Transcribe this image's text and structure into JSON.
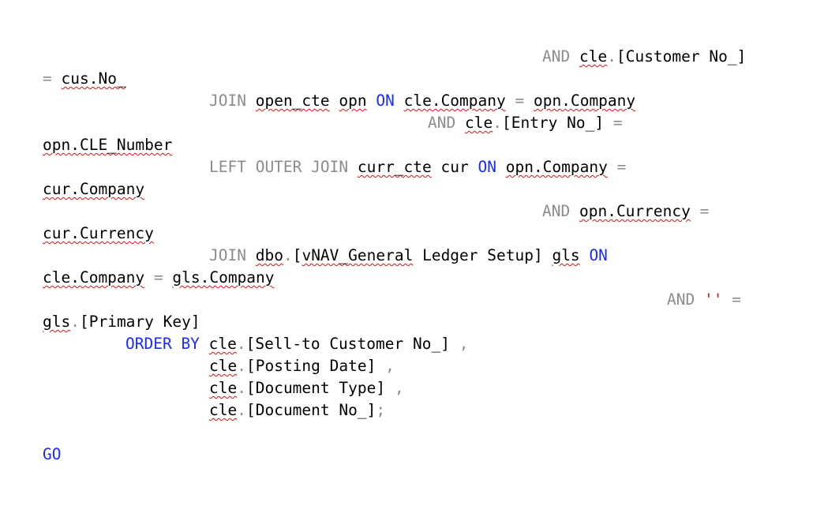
{
  "editor": {
    "lines": [
      {
        "id": "l1",
        "tokens": [
          {
            "t": "AND",
            "c": "kw"
          },
          {
            "t": " ",
            "c": "id"
          },
          {
            "t": "cle",
            "c": "id sq"
          },
          {
            "t": ".",
            "c": "op"
          },
          {
            "t": "[Customer No_]",
            "c": "id"
          }
        ]
      },
      {
        "id": "l2",
        "tokens": [
          {
            "t": "=",
            "c": "op"
          },
          {
            "t": " ",
            "c": "id"
          },
          {
            "t": "cus.No_",
            "c": "id sq"
          }
        ]
      },
      {
        "id": "l3",
        "tokens": [
          {
            "t": "JOIN",
            "c": "kw"
          },
          {
            "t": " ",
            "c": "id"
          },
          {
            "t": "open_cte",
            "c": "id sq"
          },
          {
            "t": " ",
            "c": "id"
          },
          {
            "t": "opn",
            "c": "id sq"
          },
          {
            "t": " ",
            "c": "id"
          },
          {
            "t": "ON",
            "c": "kb"
          },
          {
            "t": " ",
            "c": "id"
          },
          {
            "t": "cle.Company",
            "c": "id sq"
          },
          {
            "t": " ",
            "c": "id"
          },
          {
            "t": "=",
            "c": "op"
          },
          {
            "t": " ",
            "c": "id"
          },
          {
            "t": "opn.Company",
            "c": "id sq"
          }
        ]
      },
      {
        "id": "l4",
        "tokens": [
          {
            "t": "AND",
            "c": "kw"
          },
          {
            "t": " ",
            "c": "id"
          },
          {
            "t": "cle",
            "c": "id sq"
          },
          {
            "t": ".",
            "c": "op"
          },
          {
            "t": "[Entry No_]",
            "c": "id"
          },
          {
            "t": " ",
            "c": "id"
          },
          {
            "t": "=",
            "c": "op"
          }
        ]
      },
      {
        "id": "l5",
        "tokens": [
          {
            "t": "opn.CLE_Number",
            "c": "id sq"
          }
        ]
      },
      {
        "id": "l6",
        "tokens": [
          {
            "t": "LEFT OUTER JOIN",
            "c": "kw"
          },
          {
            "t": " ",
            "c": "id"
          },
          {
            "t": "curr_cte",
            "c": "id sq"
          },
          {
            "t": " cur ",
            "c": "id"
          },
          {
            "t": "ON",
            "c": "kb"
          },
          {
            "t": " ",
            "c": "id"
          },
          {
            "t": "opn.Company",
            "c": "id sq"
          },
          {
            "t": " ",
            "c": "id"
          },
          {
            "t": "=",
            "c": "op"
          }
        ]
      },
      {
        "id": "l7",
        "tokens": [
          {
            "t": "cur.Company",
            "c": "id sq"
          }
        ]
      },
      {
        "id": "l8",
        "tokens": [
          {
            "t": "AND",
            "c": "kw"
          },
          {
            "t": " ",
            "c": "id"
          },
          {
            "t": "opn.Currency",
            "c": "id sq"
          },
          {
            "t": " ",
            "c": "id"
          },
          {
            "t": "=",
            "c": "op"
          }
        ]
      },
      {
        "id": "l9",
        "tokens": [
          {
            "t": "cur.Currency",
            "c": "id sq"
          }
        ]
      },
      {
        "id": "l10",
        "tokens": [
          {
            "t": "JOIN",
            "c": "kw"
          },
          {
            "t": " ",
            "c": "id"
          },
          {
            "t": "dbo",
            "c": "id sq"
          },
          {
            "t": ".",
            "c": "op"
          },
          {
            "t": "[",
            "c": "id"
          },
          {
            "t": "vNAV_General",
            "c": "id sq"
          },
          {
            "t": " Ledger Setup] ",
            "c": "id"
          },
          {
            "t": "gls",
            "c": "id sq"
          },
          {
            "t": " ",
            "c": "id"
          },
          {
            "t": "ON",
            "c": "kb"
          }
        ]
      },
      {
        "id": "l11",
        "tokens": [
          {
            "t": "cle.Company",
            "c": "id sq"
          },
          {
            "t": " ",
            "c": "id"
          },
          {
            "t": "=",
            "c": "op"
          },
          {
            "t": " ",
            "c": "id"
          },
          {
            "t": "gls.Company",
            "c": "id sq"
          }
        ]
      },
      {
        "id": "l12",
        "tokens": [
          {
            "t": "AND",
            "c": "kw"
          },
          {
            "t": " ",
            "c": "id"
          },
          {
            "t": "''",
            "c": "str"
          },
          {
            "t": " ",
            "c": "id"
          },
          {
            "t": "=",
            "c": "op"
          }
        ]
      },
      {
        "id": "l13",
        "tokens": [
          {
            "t": "gls",
            "c": "id sq"
          },
          {
            "t": ".",
            "c": "op"
          },
          {
            "t": "[Primary Key]",
            "c": "id"
          }
        ]
      },
      {
        "id": "l14",
        "tokens": [
          {
            "t": "ORDER BY",
            "c": "kb"
          },
          {
            "t": " ",
            "c": "id"
          },
          {
            "t": "cle",
            "c": "id sq"
          },
          {
            "t": ".",
            "c": "op"
          },
          {
            "t": "[Sell-to Customer No_]",
            "c": "id"
          },
          {
            "t": " ",
            "c": "id"
          },
          {
            "t": ",",
            "c": "op"
          }
        ]
      },
      {
        "id": "l15",
        "tokens": [
          {
            "t": "cle",
            "c": "id sq"
          },
          {
            "t": ".",
            "c": "op"
          },
          {
            "t": "[Posting Date]",
            "c": "id"
          },
          {
            "t": " ",
            "c": "id"
          },
          {
            "t": ",",
            "c": "op"
          }
        ]
      },
      {
        "id": "l16",
        "tokens": [
          {
            "t": "cle",
            "c": "id sq"
          },
          {
            "t": ".",
            "c": "op"
          },
          {
            "t": "[Document Type]",
            "c": "id"
          },
          {
            "t": " ",
            "c": "id"
          },
          {
            "t": ",",
            "c": "op"
          }
        ]
      },
      {
        "id": "l17",
        "tokens": [
          {
            "t": "cle",
            "c": "id sq"
          },
          {
            "t": ".",
            "c": "op"
          },
          {
            "t": "[Document No_]",
            "c": "id"
          },
          {
            "t": ";",
            "c": "op"
          }
        ]
      },
      {
        "id": "l18",
        "tokens": [
          {
            "t": "GO",
            "c": "kb"
          }
        ]
      }
    ]
  }
}
